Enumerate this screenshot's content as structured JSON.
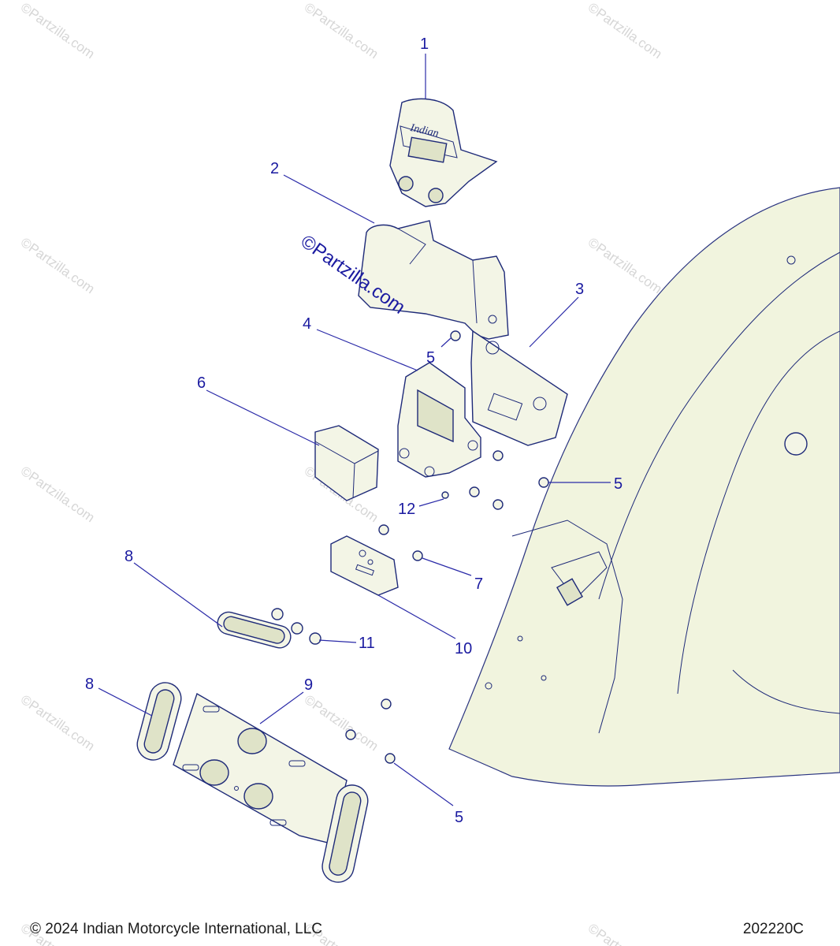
{
  "callouts": {
    "c1": "1",
    "c2": "2",
    "c3": "3",
    "c4": "4",
    "c5a": "5",
    "c5b": "5",
    "c5c": "5",
    "c6": "6",
    "c7": "7",
    "c8a": "8",
    "c8b": "8",
    "c9": "9",
    "c10": "10",
    "c11": "11",
    "c12": "12"
  },
  "watermark": {
    "main": "©Partzilla.com",
    "faint": "©Partzilla.com"
  },
  "part_badge": "Indian",
  "footer": {
    "copyright": "© 2024 Indian Motorcycle International, LLC",
    "diagram_id": "202220C"
  },
  "colors": {
    "line": "#1e2a78",
    "callout": "#1a1aa0",
    "fill": "#f3f5e6",
    "watermark": "#d6d6d6"
  }
}
